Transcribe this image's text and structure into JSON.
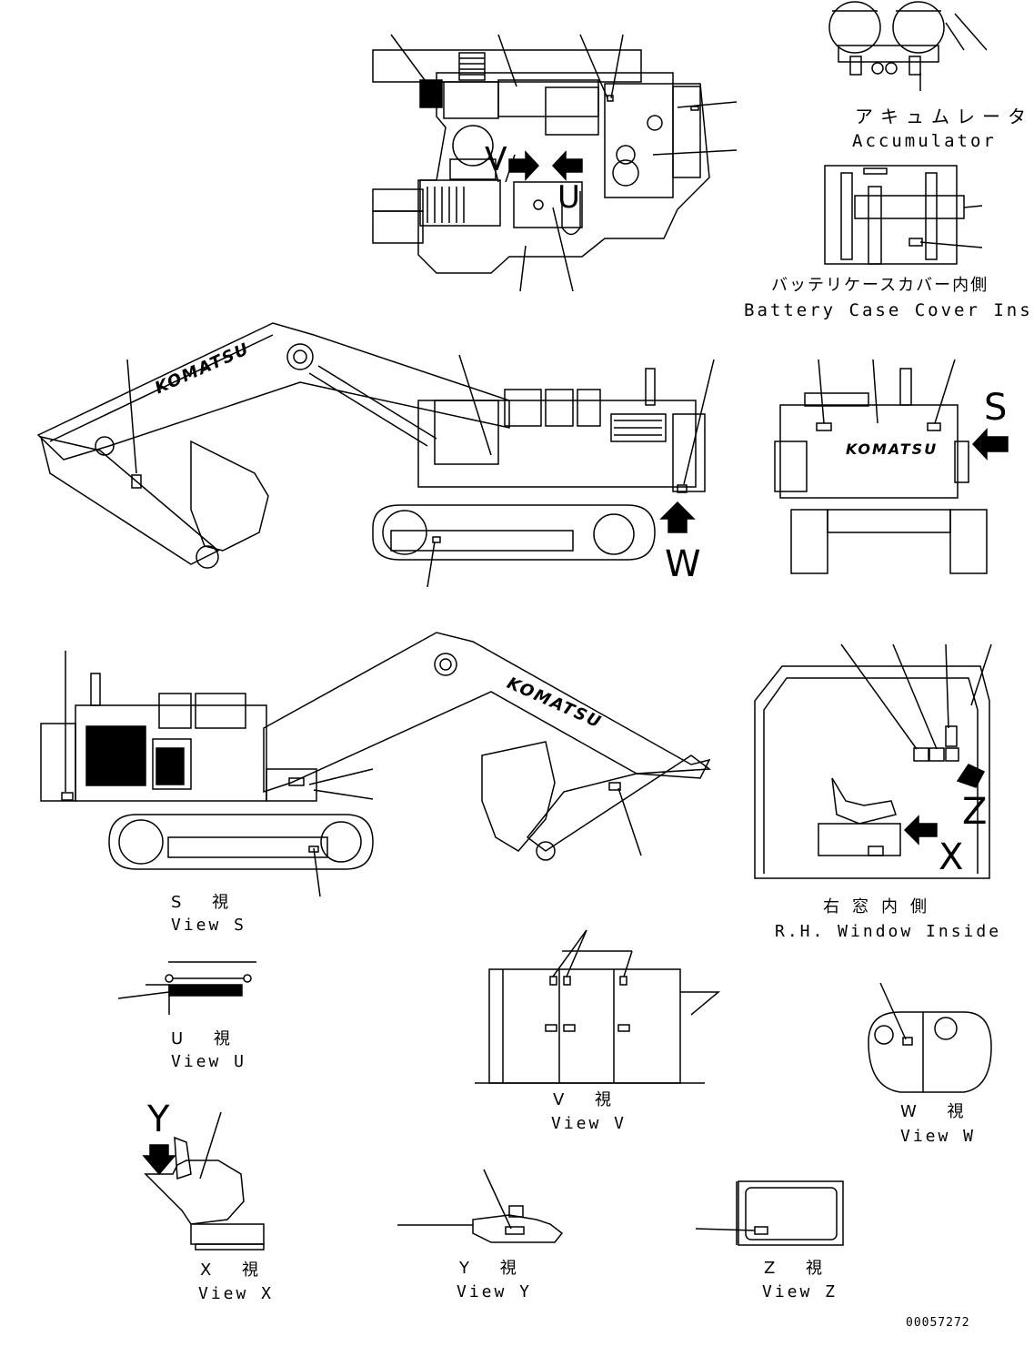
{
  "labels": {
    "accumulator_jp": "アキュムレータ",
    "accumulator_en": "Accumulator",
    "battery_jp": "バッテリケースカバー内側",
    "battery_en": "Battery Case Cover Inside",
    "view_s_jp": "S 視",
    "view_s_en": "View S",
    "rh_window_jp": "右窓内側",
    "rh_window_en": "R.H. Window Inside",
    "view_u_jp": "U 視",
    "view_u_en": "View U",
    "view_v_jp": "V 視",
    "view_v_en": "View V",
    "view_w_jp": "W 視",
    "view_w_en": "View W",
    "view_x_jp": "X 視",
    "view_x_en": "View X",
    "view_y_jp": "Y 視",
    "view_y_en": "View Y",
    "view_z_jp": "Z 視",
    "view_z_en": "View Z"
  },
  "view_letters": {
    "v": "V",
    "u": "U",
    "s": "S",
    "w": "W",
    "z": "Z",
    "x": "X",
    "y": "Y"
  },
  "brand": "KOMATSU",
  "drawing_number": "00057272"
}
